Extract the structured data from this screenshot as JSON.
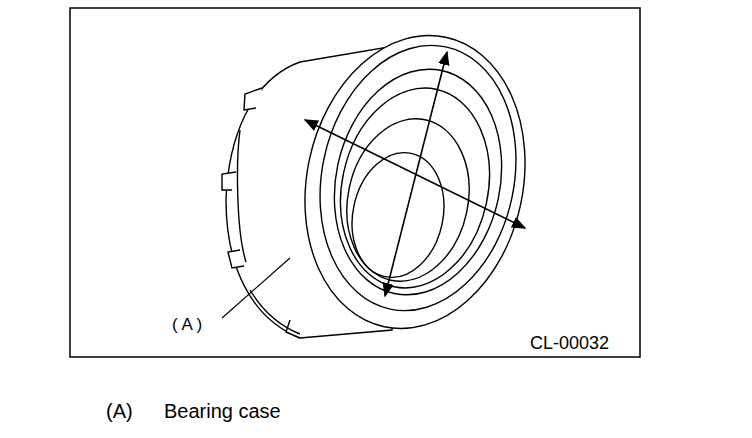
{
  "diagram": {
    "labels": [
      "( A )",
      "CL-00032",
      "(A)",
      "Bearing case"
    ]
  }
}
